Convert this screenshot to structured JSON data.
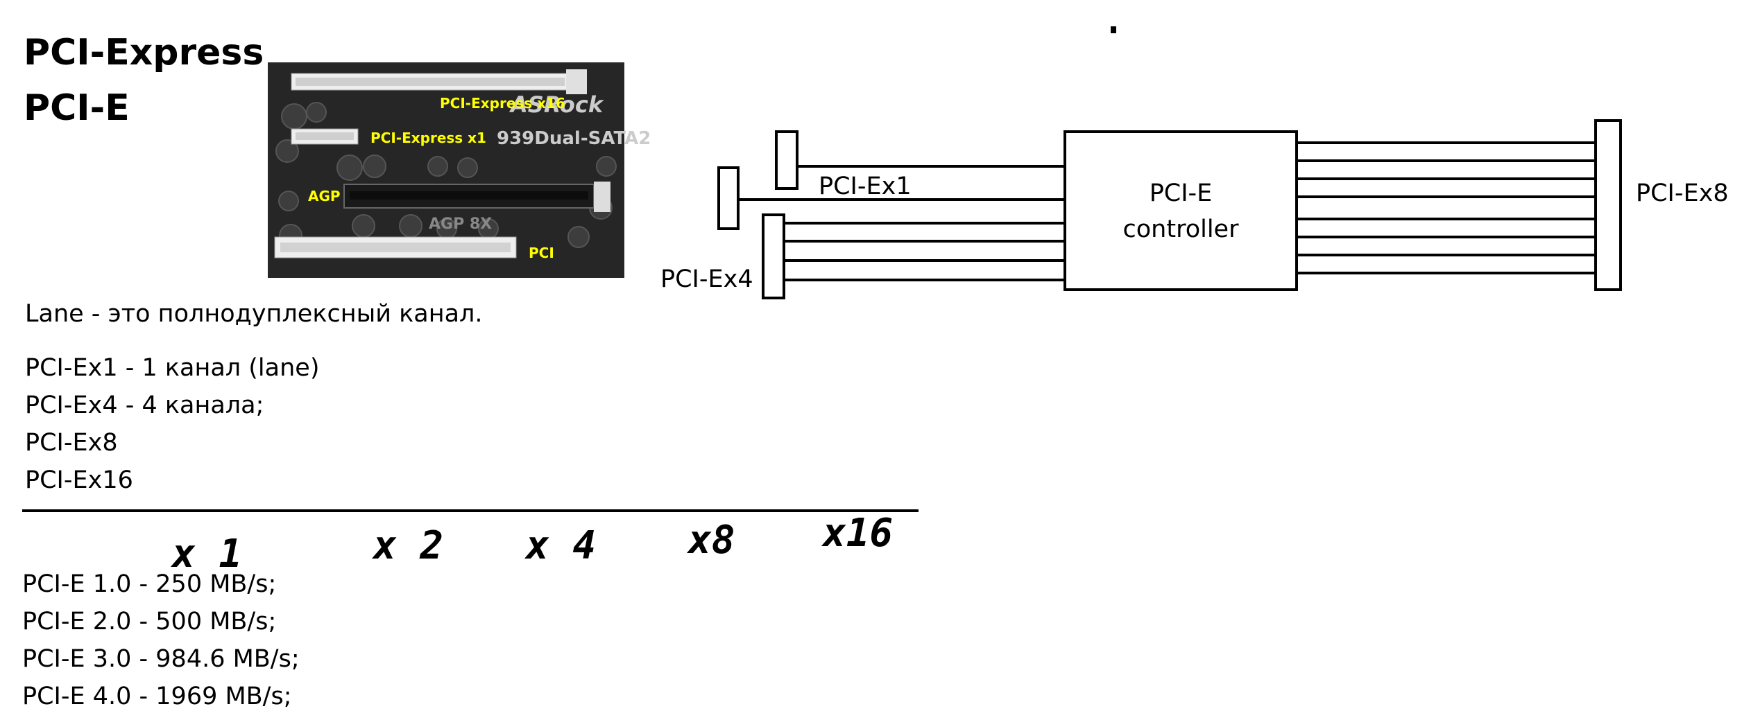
{
  "header": {
    "title_line1": "PCI-Express",
    "title_line2": "PCI-E"
  },
  "photo": {
    "labels": {
      "x16": "PCI-Express x16",
      "x1": "PCI-Express x1",
      "agp": "AGP",
      "pci": "PCI"
    },
    "board_text": {
      "brand": "ASRock",
      "model": "939Dual-SATA2",
      "agp_marking": "AGP 8X"
    },
    "label_color": "#ffff00"
  },
  "notes": {
    "lane_definition": "Lane - это полнодуплексный канал.",
    "items": [
      "PCI-Ex1 - 1 канал (lane)",
      "PCI-Ex4 - 4 канала;",
      "PCI-Ex8",
      "PCI-Ex16"
    ]
  },
  "handwritten_row": [
    "x 1",
    "x 2",
    "x 4",
    "x8",
    "x16"
  ],
  "speeds": [
    "PCI-E 1.0 - 250 MB/s;",
    "PCI-E 2.0 - 500 MB/s;",
    "PCI-E 3.0 - 984.6 MB/s;",
    "PCI-E 4.0 - 1969 MB/s;"
  ],
  "diagram": {
    "slot_x1_label": "PCI-Ex1",
    "slot_x4_label": "PCI-Ex4",
    "slot_x8_label": "PCI-Ex8",
    "controller_line1": "PCI-E",
    "controller_line2": "controller",
    "left_lanes_x1": 1,
    "left_lanes_x4": 4,
    "right_lanes_x8": 8
  }
}
